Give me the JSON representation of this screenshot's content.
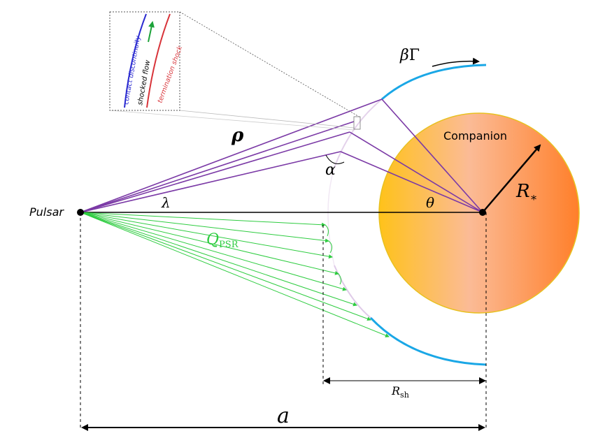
{
  "labels": {
    "pulsar": "Pulsar",
    "companion": "Companion",
    "rho": "ρ",
    "lambda": "λ",
    "theta": "θ",
    "alpha": "α",
    "beta": "β",
    "gamma": "Γ",
    "r_star": "R",
    "r_star_sub": "∗",
    "q": "Q",
    "q_sub": "PSR",
    "r_sh": "R",
    "r_sh_sub": "sh",
    "a": "a"
  },
  "inset": {
    "contact": "contact discontinuity",
    "shocked": "shocked flow",
    "termination": "termination shock"
  },
  "colors": {
    "purple": "#7b3aa6",
    "green": "#2ecc40",
    "shock_blue": "#1aa7e6",
    "inset_blue": "#2a2ad0",
    "inset_red": "#d8343a",
    "inset_green": "#1da33a",
    "companion_light": "#ffc21a",
    "companion_mid": "#fbbb96",
    "companion_dark": "#ff7f2a",
    "companion_edge": "#e8c020"
  }
}
